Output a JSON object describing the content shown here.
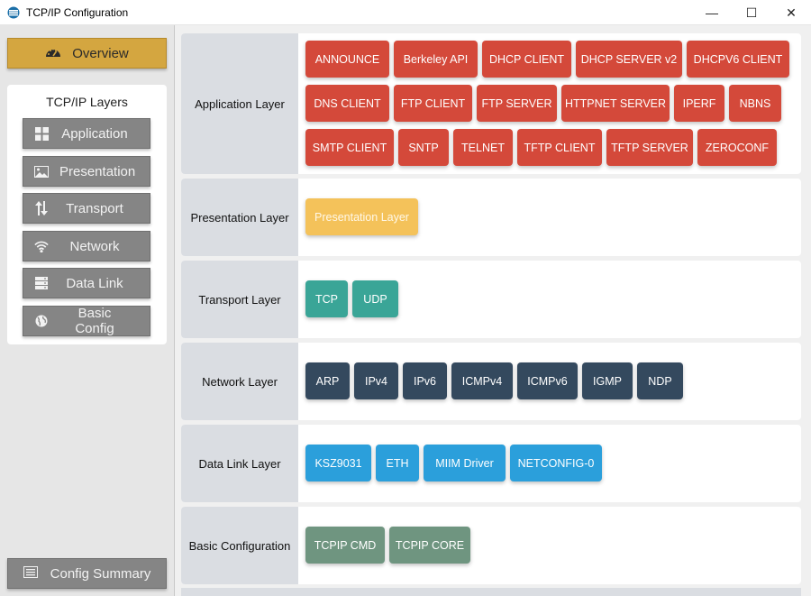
{
  "window": {
    "title": "TCP/IP Configuration",
    "minimize_glyph": "—",
    "maximize_glyph": "☐",
    "close_glyph": "✕"
  },
  "sidebar": {
    "overview_label": "Overview",
    "overview_icon": "speedometer-icon",
    "panel_title": "TCP/IP Layers",
    "items": [
      {
        "label": "Application",
        "icon": "grid-icon"
      },
      {
        "label": "Presentation",
        "icon": "image-icon"
      },
      {
        "label": "Transport",
        "icon": "up-down-arrows-icon"
      },
      {
        "label": "Network",
        "icon": "wifi-icon"
      },
      {
        "label": "Data Link",
        "icon": "server-icon"
      },
      {
        "label": "Basic Config",
        "icon": "globe-icon"
      }
    ],
    "summary_label": "Config Summary",
    "summary_icon": "list-icon"
  },
  "colors": {
    "overview_accent": "#d4a640",
    "application": "#d4493a",
    "presentation": "#f4c25a",
    "transport": "#3aa597",
    "network": "#34495e",
    "datalink": "#2b9fdb",
    "basic": "#6f9580"
  },
  "layers": {
    "application": {
      "label": "Application Layer",
      "chips": [
        "ANNOUNCE",
        "Berkeley API",
        "DHCP CLIENT",
        "DHCP SERVER v2",
        "DHCPV6 CLIENT",
        "DNS CLIENT",
        "FTP CLIENT",
        "FTP SERVER",
        "HTTPNET SERVER",
        "IPERF",
        "NBNS",
        "SMTP CLIENT",
        "SNTP",
        "TELNET",
        "TFTP CLIENT",
        "TFTP SERVER",
        "ZEROCONF"
      ]
    },
    "presentation": {
      "label": "Presentation Layer",
      "chips": [
        "Presentation Layer"
      ]
    },
    "transport": {
      "label": "Transport Layer",
      "chips": [
        "TCP",
        "UDP"
      ]
    },
    "network": {
      "label": "Network Layer",
      "chips": [
        "ARP",
        "IPv4",
        "IPv6",
        "ICMPv4",
        "ICMPv6",
        "IGMP",
        "NDP"
      ]
    },
    "datalink": {
      "label": "Data Link Layer",
      "chips": [
        "KSZ9031",
        "ETH",
        "MIIM Driver",
        "NETCONFIG-0"
      ]
    },
    "basic": {
      "label": "Basic Configuration",
      "chips": [
        "TCPIP CMD",
        "TCPIP CORE"
      ]
    }
  }
}
